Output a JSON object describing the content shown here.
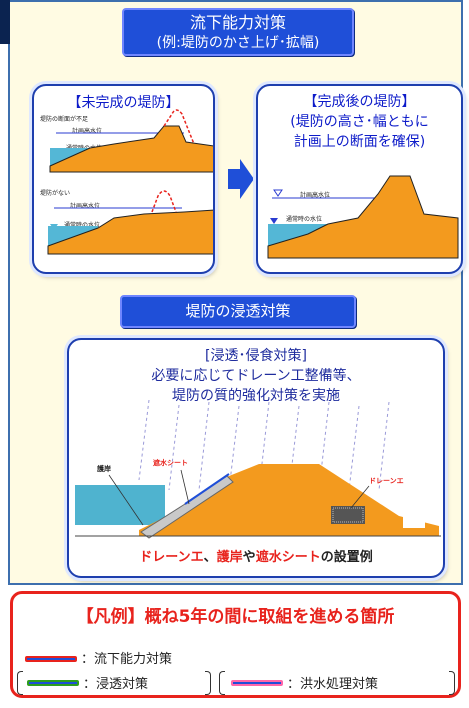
{
  "header": {
    "title_line1": "流下能力対策",
    "title_line2": "(例:堤防のかさ上げ･拡幅)"
  },
  "left_card": {
    "title": "【未完成の堤防】",
    "label_insufficient": "堤防の断面が不足",
    "label_none": "堤防がない",
    "plan_water_level": "計画高水位",
    "normal_water_level": "通常時の水位"
  },
  "right_card": {
    "title_line1": "【完成後の堤防】",
    "title_line2": "(堤防の高さ･幅ともに",
    "title_line3": "計画上の断面を確保)",
    "plan_water_level": "計画高水位",
    "normal_water_level": "通常時の水位"
  },
  "section2": {
    "title": "堤防の浸透対策"
  },
  "bottom_card": {
    "title_line1": "[浸透･侵食対策]",
    "title_line2": "必要に応じてドレーン工整備等、",
    "title_line3": "堤防の質的強化対策を実施",
    "label_revetment": "護岸",
    "label_sheet": "遮水シート",
    "label_drain": "ドレーンエ",
    "caption_part1": "ドレーンエ",
    "caption_part2": "、",
    "caption_part3": "護岸",
    "caption_part4": "や",
    "caption_part5": "遮水シート",
    "caption_part6": "の設置例"
  },
  "legend": {
    "title": "【凡例】概ね5年の間に取組を進める箇所",
    "item1": "：流下能力対策",
    "item2": "：浸透対策",
    "item3": "：洪水処理対策",
    "colors": {
      "flow": "#e8231d",
      "seepage": "#2f9e1f",
      "flood": "#ff66aa",
      "accent": "#1f4fd8"
    }
  }
}
